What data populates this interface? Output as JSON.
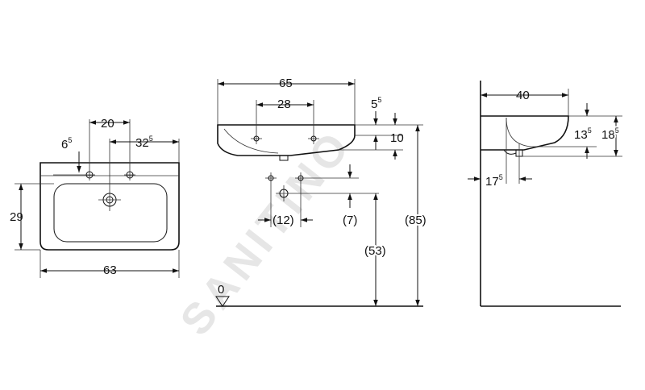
{
  "watermark": "SANITINO",
  "colors": {
    "line": "#111111",
    "watermark": "#e6e6e6",
    "background": "#ffffff"
  },
  "top_view": {
    "hole_spacing": "20",
    "side_offset": {
      "main": "6",
      "sup": "5"
    },
    "outer_offset": {
      "main": "32",
      "sup": "5"
    },
    "depth": "29",
    "width": "63"
  },
  "front_view": {
    "overall_width": "65",
    "tap_spacing": "28",
    "rim_offset": {
      "main": "5",
      "sup": "5"
    },
    "bowl_depth": "10",
    "fixing_spacing": "(12)",
    "fixing_offset": "(7)",
    "waste_height": "(53)",
    "rim_height": "(85)",
    "floor_level": "0"
  },
  "side_view": {
    "projection": "40",
    "depth_a": {
      "main": "13",
      "sup": "5"
    },
    "depth_b": {
      "main": "18",
      "sup": "5"
    },
    "waste_offset": {
      "main": "17",
      "sup": "5"
    }
  }
}
